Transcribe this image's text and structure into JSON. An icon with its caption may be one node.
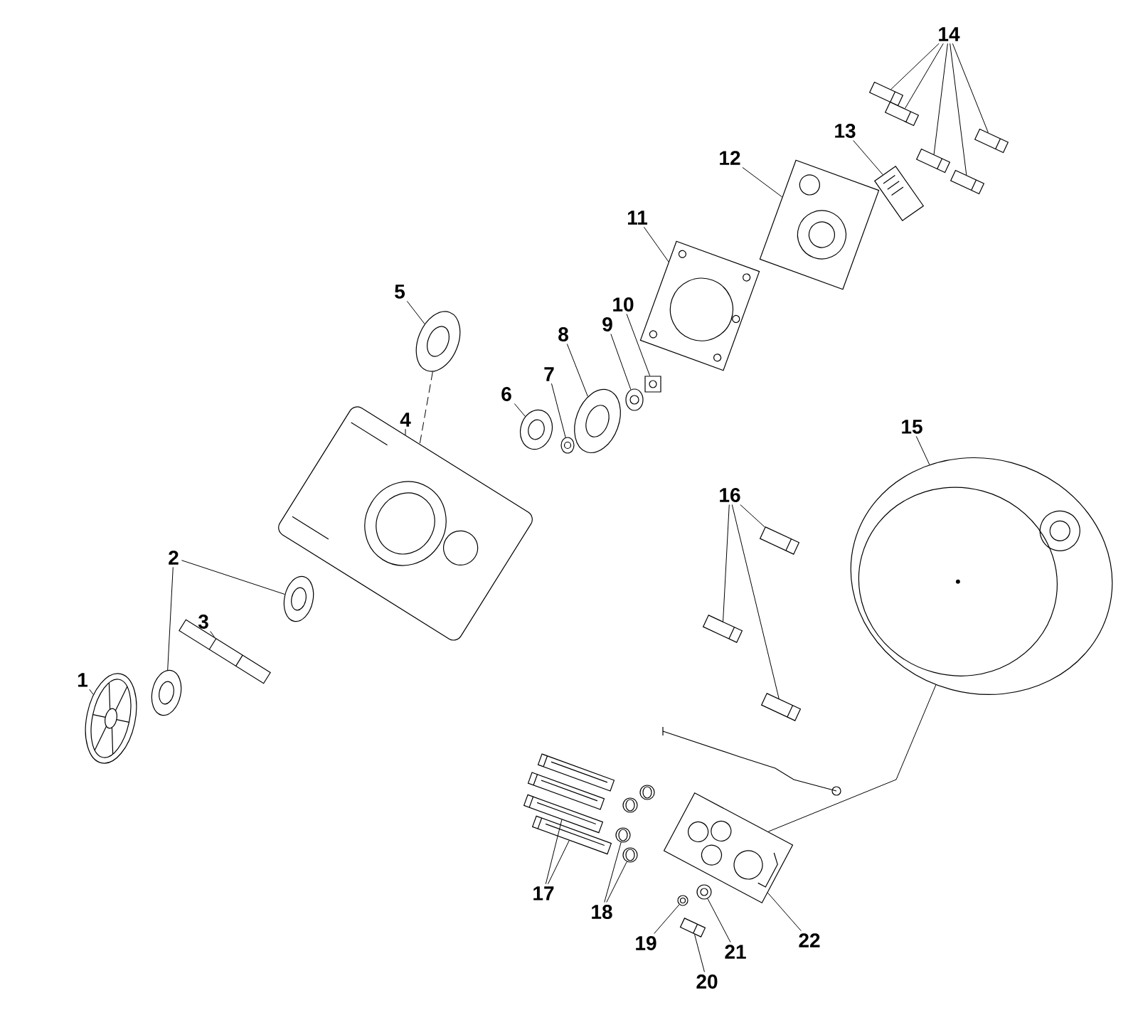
{
  "diagram": {
    "nodes": [
      {
        "text": [
          "1"
        ]
      },
      {
        "text": [
          "2"
        ]
      },
      {
        "text": [
          "3"
        ]
      },
      {
        "text": [
          "4"
        ]
      },
      {
        "text": [
          "5"
        ]
      },
      {
        "text": [
          "6"
        ]
      },
      {
        "text": [
          "7"
        ]
      },
      {
        "text": [
          "8"
        ]
      },
      {
        "text": [
          "9"
        ]
      },
      {
        "text": [
          "10"
        ]
      },
      {
        "text": [
          "11"
        ]
      },
      {
        "text": [
          "12"
        ]
      },
      {
        "text": [
          "13"
        ]
      },
      {
        "text": [
          "14"
        ]
      },
      {
        "text": [
          "15"
        ]
      },
      {
        "text": [
          "16"
        ]
      },
      {
        "text": [
          "17"
        ]
      },
      {
        "text": [
          "18"
        ]
      },
      {
        "text": [
          "19"
        ]
      },
      {
        "text": [
          "20"
        ]
      },
      {
        "text": [
          "21"
        ]
      },
      {
        "text": [
          "22"
        ]
      },
      {
        "text": [],
        "shape": "picture"
      },
      {
        "text": [],
        "shape": "picture"
      },
      {
        "text": [],
        "shape": "picture"
      },
      {
        "text": [],
        "shape": "picture"
      },
      {
        "text": [],
        "shape": "picture"
      },
      {
        "text": [],
        "shape": "picture"
      },
      {
        "text": [],
        "shape": "picture"
      },
      {
        "text": [],
        "shape": "picture"
      },
      {
        "text": [],
        "shape": "picture"
      },
      {
        "text": [],
        "shape": "picture"
      },
      {
        "text": [],
        "shape": "picture"
      },
      {
        "text": [],
        "shape": "picture"
      },
      {
        "text": [],
        "shape": "picture"
      },
      {
        "text": [],
        "shape": "picture"
      },
      {
        "text": [],
        "shape": "picture"
      },
      {
        "text": [],
        "shape": "picture"
      },
      {
        "text": [],
        "shape": "picture"
      },
      {
        "text": [],
        "shape": "picture"
      },
      {
        "text": [],
        "shape": "picture"
      },
      {
        "text": [],
        "shape": "picture"
      },
      {
        "text": [],
        "shape": "picture"
      },
      {
        "text": [],
        "shape": "picture"
      },
      {
        "text": [],
        "shape": "picture"
      },
      {
        "text": [],
        "shape": "picture"
      },
      {
        "text": [],
        "shape": "picture"
      },
      {
        "text": [],
        "shape": "picture"
      },
      {
        "text": [],
        "shape": "picture"
      },
      {
        "text": [],
        "shape": "picture"
      },
      {
        "text": [],
        "shape": "picture"
      },
      {
        "text": [],
        "shape": "picture"
      },
      {
        "text": [],
        "shape": "picture"
      },
      {
        "text": [],
        "shape": "picture"
      },
      {
        "text": [],
        "shape": "picture"
      },
      {
        "text": [],
        "shape": "picture"
      },
      {
        "text": [],
        "shape": "picture"
      }
    ],
    "edges": [
      {
        "from": 0,
        "to": 22,
        "arrow": "none"
      },
      {
        "from": 1,
        "to": 23,
        "arrow": "none"
      },
      {
        "from": 1,
        "to": 25,
        "arrow": "none"
      },
      {
        "from": 2,
        "to": 24,
        "arrow": "none"
      },
      {
        "from": 3,
        "to": 26,
        "arrow": "none"
      },
      {
        "from": 4,
        "to": 27,
        "arrow": "none"
      },
      {
        "from": 5,
        "to": 28,
        "arrow": "none"
      },
      {
        "from": 6,
        "to": 29,
        "arrow": "none"
      },
      {
        "from": 7,
        "to": 30,
        "arrow": "none"
      },
      {
        "from": 8,
        "to": 31,
        "arrow": "none"
      },
      {
        "from": 9,
        "to": 32,
        "arrow": "none"
      },
      {
        "from": 10,
        "to": 33,
        "arrow": "none"
      },
      {
        "from": 11,
        "to": 34,
        "arrow": "none"
      },
      {
        "from": 12,
        "to": 35,
        "arrow": "none"
      },
      {
        "from": 13,
        "to": 36,
        "arrow": "none"
      },
      {
        "from": 13,
        "to": 37,
        "arrow": "none"
      },
      {
        "from": 13,
        "to": 38,
        "arrow": "none"
      },
      {
        "from": 13,
        "to": 39,
        "arrow": "none"
      },
      {
        "from": 13,
        "to": 40,
        "arrow": "none"
      },
      {
        "from": 14,
        "to": 41,
        "arrow": "none"
      },
      {
        "from": 15,
        "to": 42,
        "arrow": "none"
      },
      {
        "from": 15,
        "to": 43,
        "arrow": "none"
      },
      {
        "from": 15,
        "to": 44,
        "arrow": "none"
      },
      {
        "from": 16,
        "to": 47,
        "arrow": "none"
      },
      {
        "from": 16,
        "to": 48,
        "arrow": "none"
      },
      {
        "from": 17,
        "to": 51,
        "arrow": "none"
      },
      {
        "from": 17,
        "to": 52,
        "arrow": "none"
      },
      {
        "from": 18,
        "to": 54,
        "arrow": "none"
      },
      {
        "from": 19,
        "to": 56,
        "arrow": "none"
      },
      {
        "from": 20,
        "to": 55,
        "arrow": "none"
      },
      {
        "from": 21,
        "to": 53,
        "arrow": "none"
      },
      {
        "from": 27,
        "to": 26,
        "arrow": "none",
        "style": "dashed"
      },
      {
        "from": 41,
        "to": 53,
        "arrow": "none"
      }
    ]
  }
}
